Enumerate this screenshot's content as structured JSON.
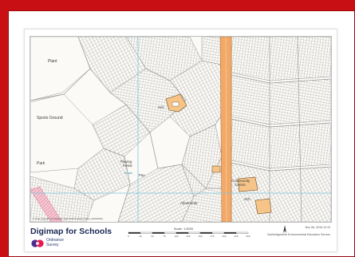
{
  "map": {
    "labels": {
      "plant": "Plant",
      "sports_ground": "Sports Ground",
      "park": "Park",
      "playing_fields": "Playing\nFields",
      "pavilion": "Pav",
      "bowls": "Bowls",
      "school": "Sch",
      "school_2": "Sch",
      "community_centre": "Community\nCentre",
      "allotments": "Allotments"
    },
    "colors": {
      "frame": "#c80f13",
      "a_road": "#f2a867",
      "grid_line": "#7fc4dc",
      "rail": "#e8a0b4",
      "building": "#ffffff",
      "building_outline": "#6b6b6b",
      "school_building": "#f6c488",
      "water": "#bfe3f2"
    },
    "copyright_note": "© Crown copyright and database rights 2018 Ordnance Survey (100025252)."
  },
  "footer": {
    "brand": "Digimap for Schools",
    "os_name": "Ordnance\nSurvey",
    "scale": "Scale: 1:5000",
    "scale_ticks": [
      "0",
      "25",
      "50",
      "75",
      "100",
      "125",
      "150",
      "175",
      "200",
      "225",
      "250"
    ],
    "date": "Nov 06, 2018 12:19",
    "attribution": "Cambridgeshire Environmental Education Service"
  }
}
